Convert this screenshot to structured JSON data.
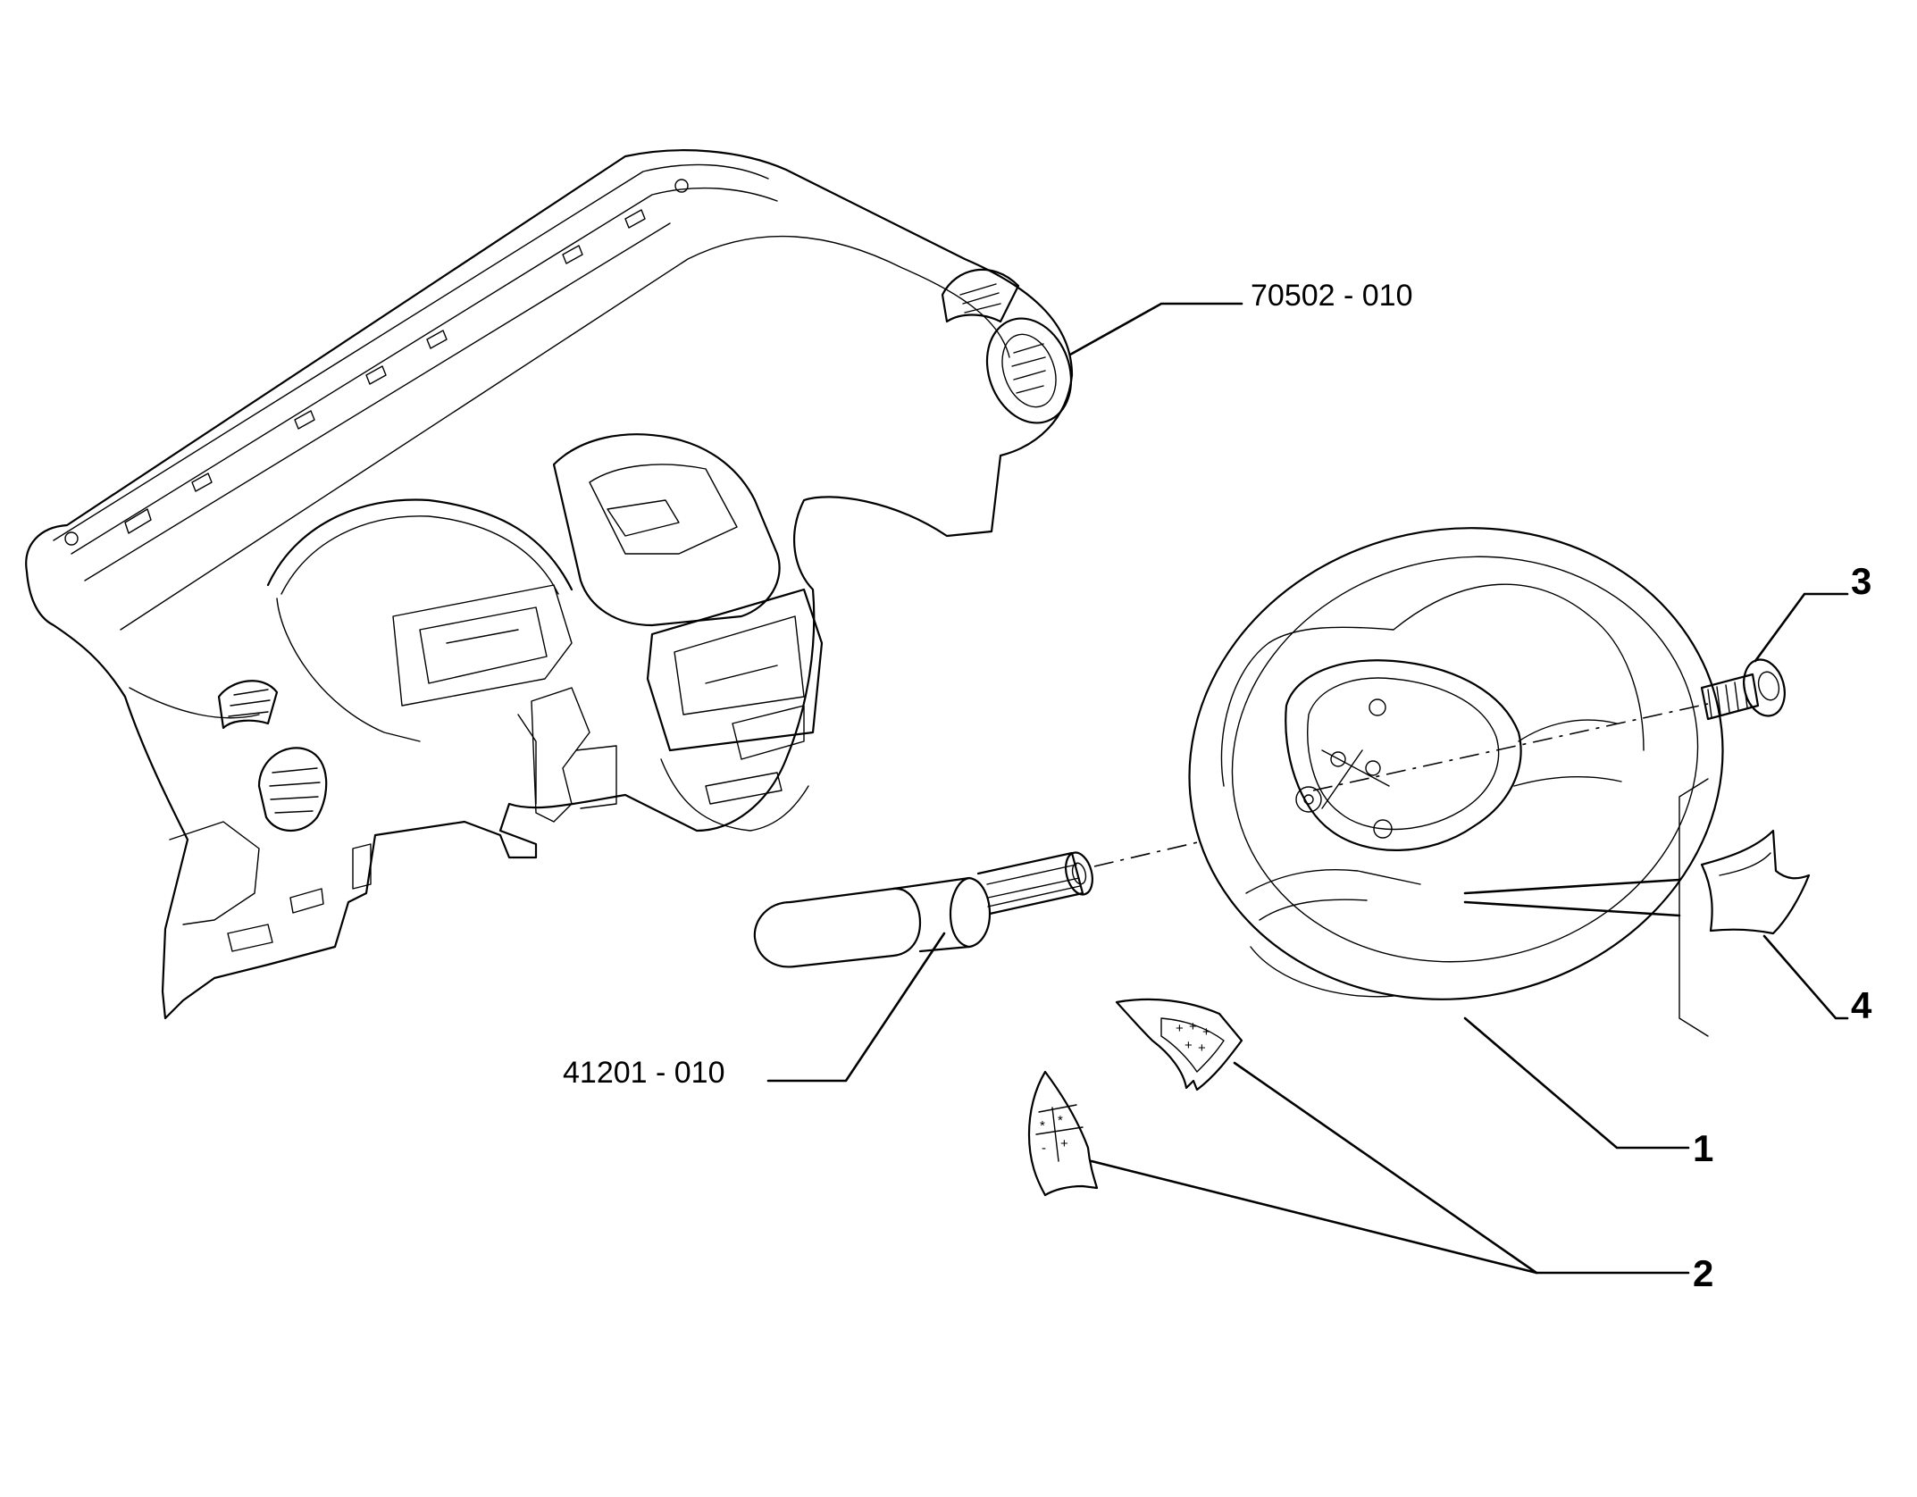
{
  "callouts": {
    "dashboard_ref": "70502 - 010",
    "steering_column_ref": "41201 - 010",
    "steering_wheel": "1",
    "wheel_controls": "2",
    "screw": "3",
    "trim_cover": "4"
  },
  "button_symbols": {
    "right_pad": [
      "+",
      "+",
      "+",
      "+",
      "+"
    ],
    "left_pad": [
      "*",
      "*",
      "-",
      "+"
    ]
  },
  "colors": {
    "stroke": "#000000",
    "background": "#ffffff"
  }
}
